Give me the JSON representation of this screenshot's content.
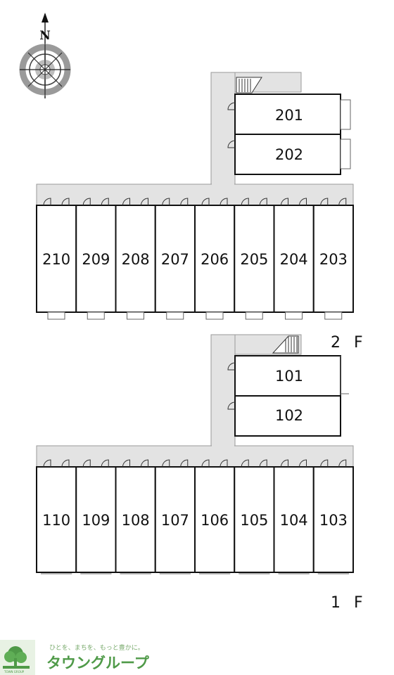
{
  "compass": {
    "north_letter": "N"
  },
  "floors": [
    {
      "label": "2 F",
      "side_units": [
        "201",
        "202"
      ],
      "row_units": [
        "210",
        "209",
        "208",
        "207",
        "206",
        "205",
        "204",
        "203"
      ]
    },
    {
      "label": "1 F",
      "side_units": [
        "101",
        "102"
      ],
      "row_units": [
        "110",
        "109",
        "108",
        "107",
        "106",
        "105",
        "104",
        "103"
      ]
    }
  ],
  "logo": {
    "tagline": "ひとを、まちを、もっと豊かに。",
    "brand": "タウングループ",
    "brand_sub": "TOWN GROUP"
  },
  "colors": {
    "corridor": "#e3e3e3",
    "wall": "#111111",
    "brand_green": "#4f9a48"
  }
}
